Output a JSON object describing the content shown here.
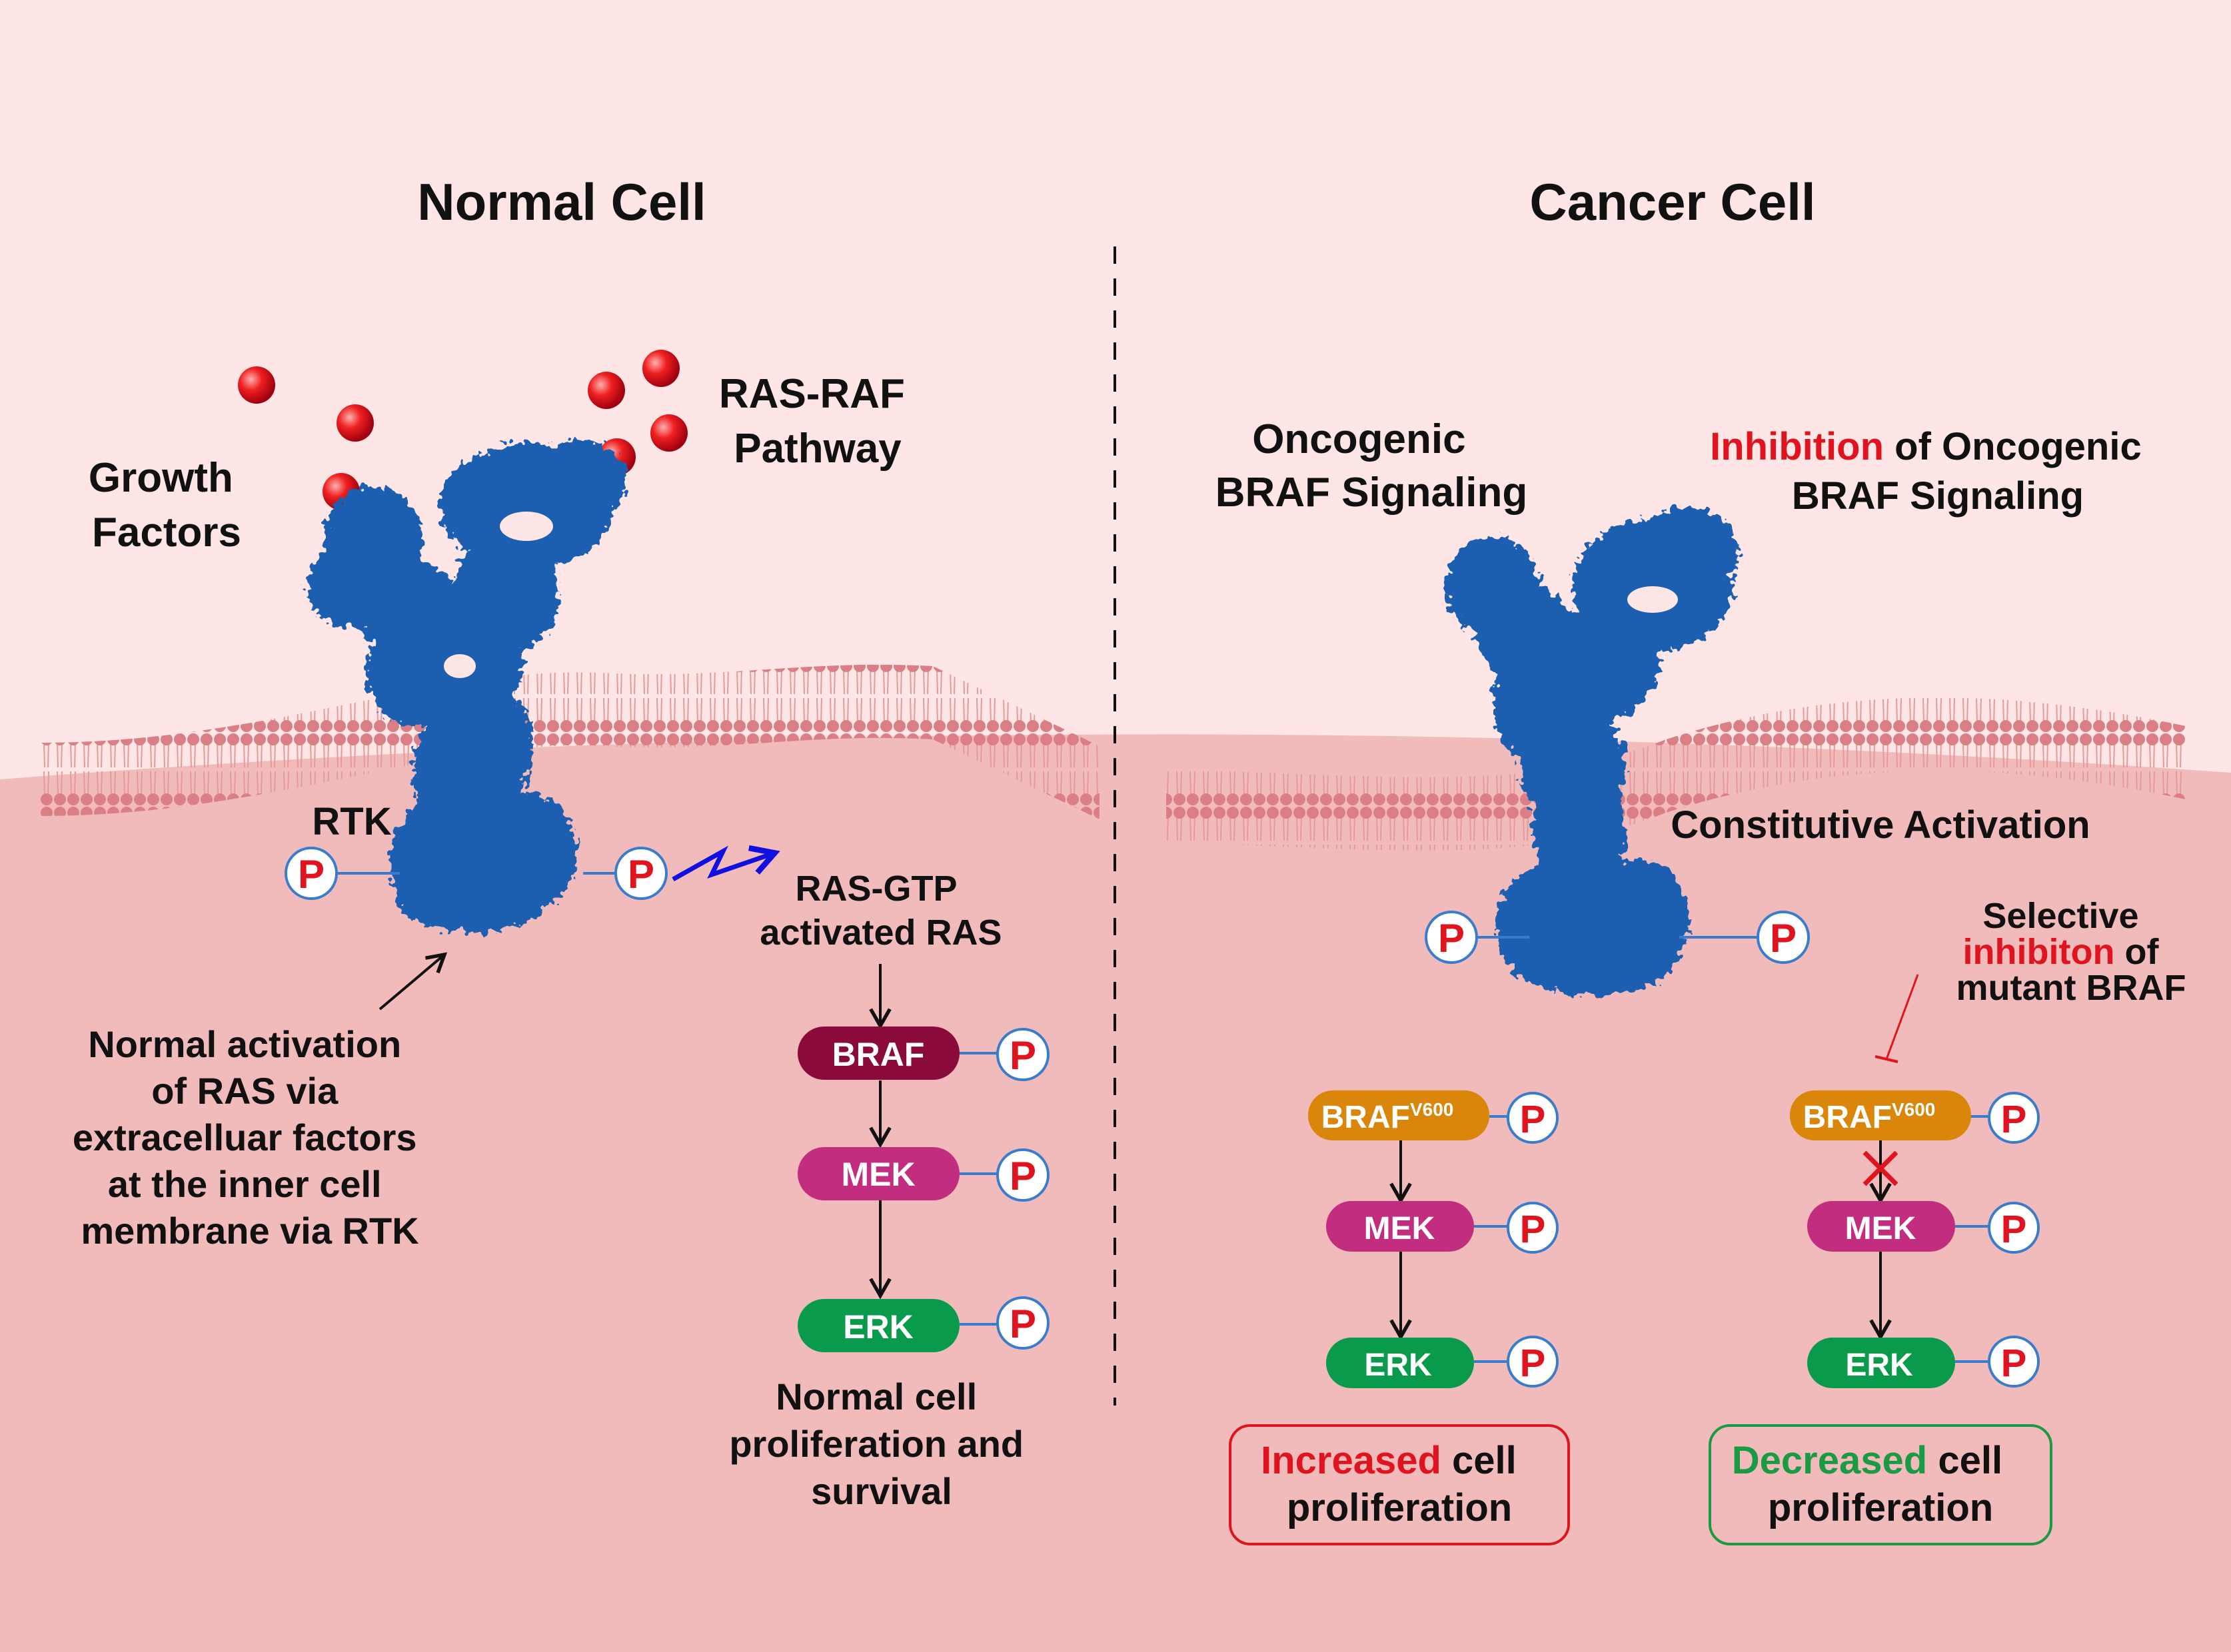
{
  "left": {
    "title": "Normal Cell",
    "growth_factors": [
      "Growth",
      "Factors"
    ],
    "pathway": [
      "RAS-RAF",
      "Pathway"
    ],
    "rtk_label": "RTK",
    "ras_gtp": [
      "RAS-GTP",
      "activated RAS"
    ],
    "note": [
      "Normal activation",
      "of RAS via",
      "extracelluar factors",
      "at the inner cell",
      "membrane via RTK"
    ],
    "nodes": {
      "braf": "BRAF",
      "mek": "MEK",
      "erk": "ERK"
    },
    "outcome": [
      "Normal cell",
      "proliferation and",
      "survival"
    ]
  },
  "right": {
    "title": "Cancer Cell",
    "oncogenic": [
      "Oncogenic",
      "BRAF Signaling"
    ],
    "inhibition_word": "Inhibition",
    "inhibition_rest": " of Oncogenic",
    "inhibition_line2": "BRAF Signaling",
    "constitutive": "Constitutive Activation",
    "selective_line1": "Selective",
    "selective_red": "inhibiton",
    "selective_of": " of",
    "selective_line3": "mutant BRAF",
    "braf_main": "BRAF",
    "braf_sup": "V600",
    "mek": "MEK",
    "erk": "ERK",
    "increased_word": "Increased",
    "increased_rest": " cell",
    "increased_line2": "proliferation",
    "decreased_word": "Decreased",
    "decreased_rest": " cell",
    "decreased_line2": "proliferation"
  },
  "phospho": "P",
  "colors": {
    "background_top": "#fde6e5",
    "cytoplasm": "#f1bbbb",
    "protein_blue": "#1f5fb0",
    "braf_normal": "#8b0a3c",
    "mek": "#c22d80",
    "erk": "#0a9a4b",
    "braf_mutant": "#d9860a",
    "phospho_red": "#e0141e",
    "inhibit_red": "#e0141e",
    "decrease_green": "#1a9a42",
    "signal_blue": "#1010e0"
  }
}
